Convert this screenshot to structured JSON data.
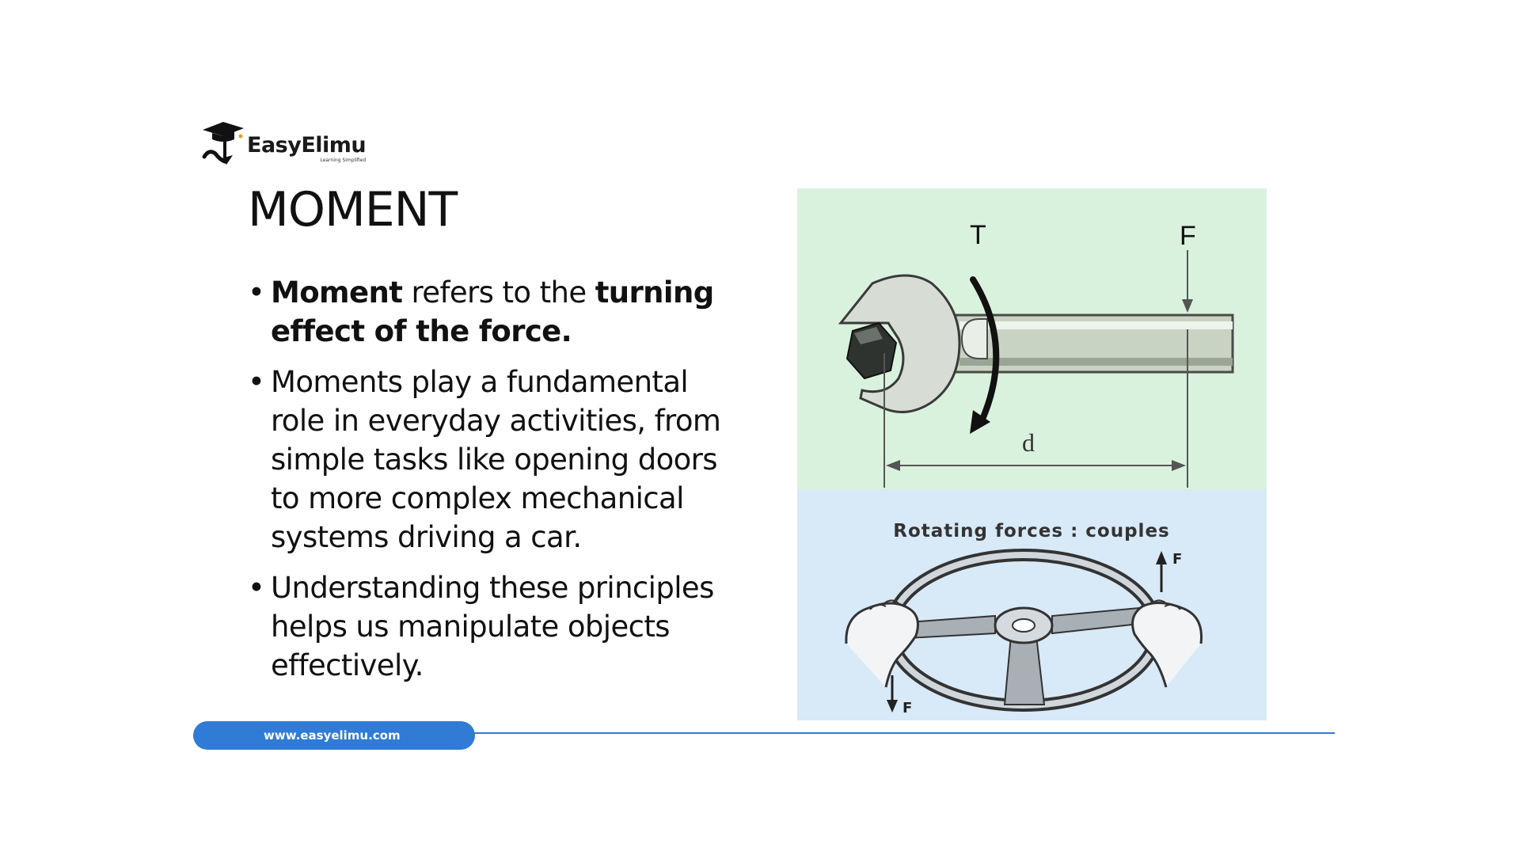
{
  "logo": {
    "name": "EasyElimu",
    "tagline": "Learning Simplified"
  },
  "slide": {
    "title": "MOMENT",
    "bullets": [
      {
        "parts": [
          {
            "text": "Moment",
            "bold": true
          },
          {
            "text": " refers to the ",
            "bold": false
          },
          {
            "text": "turning effect of the force.",
            "bold": true
          }
        ]
      },
      {
        "parts": [
          {
            "text": "Moments play a fundamental role in everyday activities, from simple tasks like opening doors to more complex mechanical systems driving a car.",
            "bold": false
          }
        ]
      },
      {
        "parts": [
          {
            "text": "Understanding these principles helps us manipulate objects effectively.",
            "bold": false
          }
        ]
      }
    ]
  },
  "wrench_figure": {
    "torque_label": "T",
    "force_label": "F",
    "distance_label": "d"
  },
  "wheel_figure": {
    "caption": "Rotating forces : couples",
    "force_label_top": "F",
    "force_label_bottom": "F"
  },
  "footer": {
    "url": "www.easyelimu.com"
  },
  "colors": {
    "accent": "#2f7bd6",
    "wrench_bg": "#d9f2dd",
    "wheel_bg": "#d8e9f7"
  }
}
